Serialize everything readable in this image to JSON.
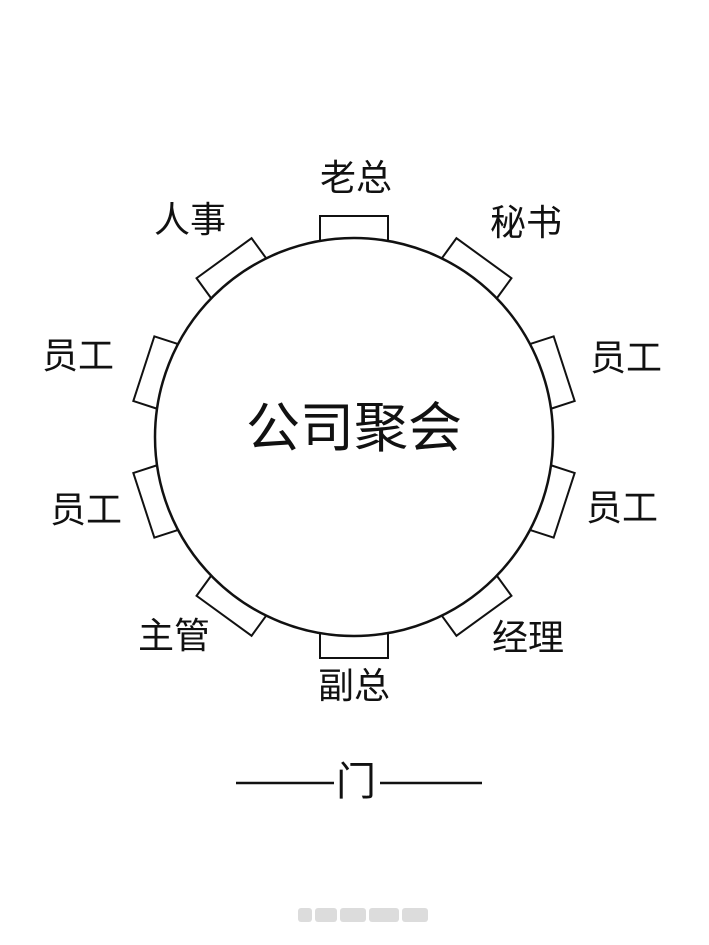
{
  "diagram": {
    "table_title": "公司聚会",
    "door_label": "门",
    "colors": {
      "line": "#111111",
      "table_fill": "#ffffff",
      "background": "#ffffff"
    },
    "seats": [
      {
        "label": "老总"
      },
      {
        "label": "秘书"
      },
      {
        "label": "员工"
      },
      {
        "label": "员工"
      },
      {
        "label": "经理"
      },
      {
        "label": "副总"
      },
      {
        "label": "主管"
      },
      {
        "label": "员工"
      },
      {
        "label": "员工"
      },
      {
        "label": "人事"
      }
    ]
  }
}
